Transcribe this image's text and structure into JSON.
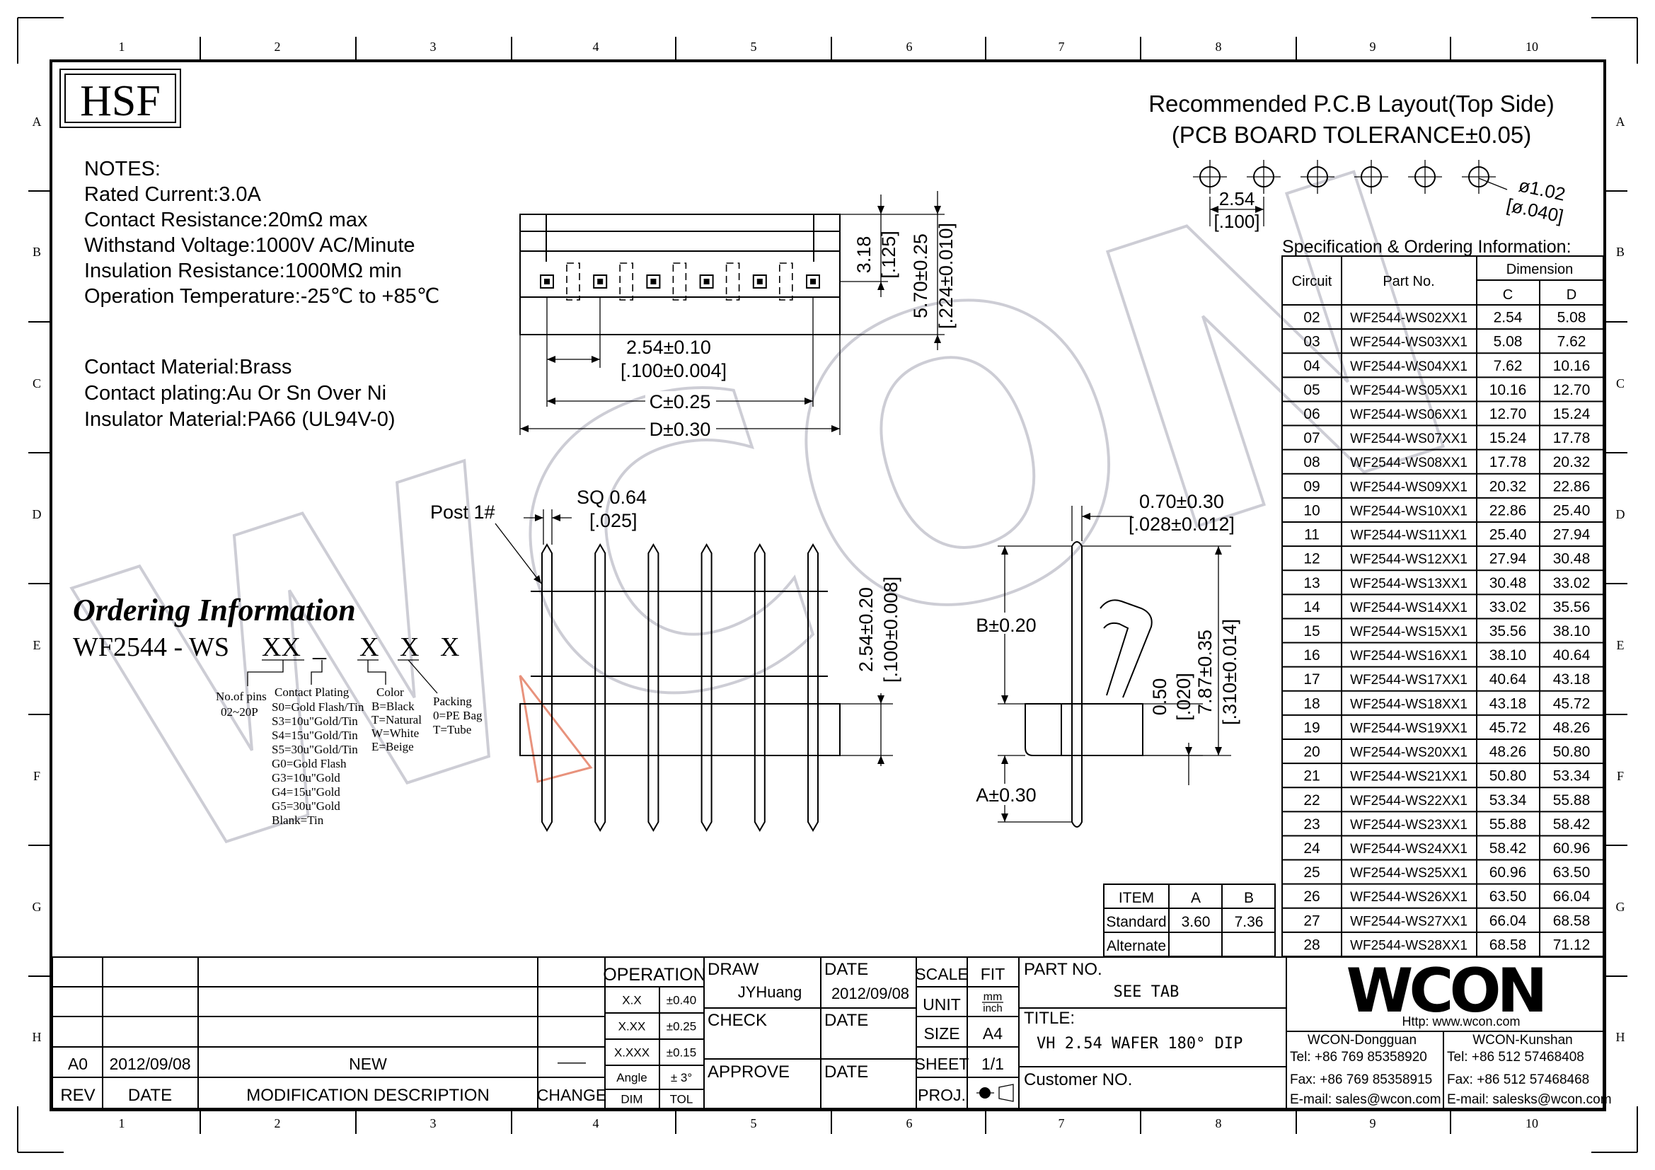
{
  "frame": {
    "col_labels": [
      "1",
      "2",
      "3",
      "4",
      "5",
      "6",
      "7",
      "8",
      "9",
      "10"
    ],
    "row_labels": [
      "A",
      "B",
      "C",
      "D",
      "E",
      "F",
      "G",
      "H"
    ]
  },
  "logo_hsf": "HSF",
  "notes": [
    "NOTES:",
    "Rated Current:3.0A",
    "Contact Resistance:20mΩ  max",
    "Withstand Voltage:1000V AC/Minute",
    "Insulation Resistance:1000MΩ min",
    "Operation Temperature:-25℃ to +85℃"
  ],
  "materials": [
    "Contact Material:Brass",
    "Contact plating:Au Or Sn Over Ni",
    "Insulator Material:PA66 (UL94V-0)"
  ],
  "pcb_layout": {
    "title_line1": "Recommended P.C.B Layout(Top Side)",
    "title_line2": "(PCB BOARD TOLERANCE±0.05)",
    "pitch": "2.54",
    "pitch_in": "[.100]",
    "hole": "ø1.02",
    "hole_in": "[ø.040]"
  },
  "top_view": {
    "dim_pitch": "2.54±0.10",
    "dim_pitch_in": "[.100±0.004]",
    "dim_c": "C±0.25",
    "dim_d": "D±0.30",
    "dim_318": "3.18",
    "dim_318_in": "[.125]",
    "dim_570": "5.70±0.25",
    "dim_570_in": "[.224±0.010]"
  },
  "front_view": {
    "post1": "Post 1#",
    "sq": "SQ 0.64",
    "sq_in": "[.025]",
    "dim_254": "2.54±0.20",
    "dim_254_in": "[.100±0.008]"
  },
  "side_view": {
    "dim_070": "0.70±0.30",
    "dim_070_in": "[.028±0.012]",
    "dim_b": "B±0.20",
    "dim_a": "A±0.30",
    "dim_050": "0.50",
    "dim_050_in": "[.020]",
    "dim_787": "7.87±0.35",
    "dim_787_in": "[.310±0.014]"
  },
  "ordering": {
    "title": "Ordering Information",
    "code_base": "WF2544 - WS",
    "code_xx": "XX",
    "code_x1": "X",
    "code_x2": "X",
    "code_x3": "X",
    "pins_label": "No.of pins",
    "pins_range": "02~20P",
    "plating_title": "Contact Plating",
    "plating_options": [
      "S0=Gold Flash/Tin",
      "S3=10u\"Gold/Tin",
      "S4=15u\"Gold/Tin",
      "S5=30u\"Gold/Tin",
      "G0=Gold Flash",
      "G3=10u\"Gold",
      "G4=15u\"Gold",
      "G5=30u\"Gold",
      "Blank=Tin"
    ],
    "color_title": "Color",
    "color_options": [
      "B=Black",
      "T=Natural",
      "W=White",
      "E=Beige"
    ],
    "packing_title": "Packing",
    "packing_options": [
      "0=PE Bag",
      "T=Tube"
    ]
  },
  "spec_table": {
    "title": "Specification & Ordering Information:",
    "headers": {
      "circuit": "Circuit",
      "part": "Part No.",
      "dimension": "Dimension",
      "c": "C",
      "d": "D"
    },
    "rows": [
      [
        "02",
        "WF2544-WS02XX1",
        "2.54",
        "5.08"
      ],
      [
        "03",
        "WF2544-WS03XX1",
        "5.08",
        "7.62"
      ],
      [
        "04",
        "WF2544-WS04XX1",
        "7.62",
        "10.16"
      ],
      [
        "05",
        "WF2544-WS05XX1",
        "10.16",
        "12.70"
      ],
      [
        "06",
        "WF2544-WS06XX1",
        "12.70",
        "15.24"
      ],
      [
        "07",
        "WF2544-WS07XX1",
        "15.24",
        "17.78"
      ],
      [
        "08",
        "WF2544-WS08XX1",
        "17.78",
        "20.32"
      ],
      [
        "09",
        "WF2544-WS09XX1",
        "20.32",
        "22.86"
      ],
      [
        "10",
        "WF2544-WS10XX1",
        "22.86",
        "25.40"
      ],
      [
        "11",
        "WF2544-WS11XX1",
        "25.40",
        "27.94"
      ],
      [
        "12",
        "WF2544-WS12XX1",
        "27.94",
        "30.48"
      ],
      [
        "13",
        "WF2544-WS13XX1",
        "30.48",
        "33.02"
      ],
      [
        "14",
        "WF2544-WS14XX1",
        "33.02",
        "35.56"
      ],
      [
        "15",
        "WF2544-WS15XX1",
        "35.56",
        "38.10"
      ],
      [
        "16",
        "WF2544-WS16XX1",
        "38.10",
        "40.64"
      ],
      [
        "17",
        "WF2544-WS17XX1",
        "40.64",
        "43.18"
      ],
      [
        "18",
        "WF2544-WS18XX1",
        "43.18",
        "45.72"
      ],
      [
        "19",
        "WF2544-WS19XX1",
        "45.72",
        "48.26"
      ],
      [
        "20",
        "WF2544-WS20XX1",
        "48.26",
        "50.80"
      ],
      [
        "21",
        "WF2544-WS21XX1",
        "50.80",
        "53.34"
      ],
      [
        "22",
        "WF2544-WS22XX1",
        "53.34",
        "55.88"
      ],
      [
        "23",
        "WF2544-WS23XX1",
        "55.88",
        "58.42"
      ],
      [
        "24",
        "WF2544-WS24XX1",
        "58.42",
        "60.96"
      ],
      [
        "25",
        "WF2544-WS25XX1",
        "60.96",
        "63.50"
      ],
      [
        "26",
        "WF2544-WS26XX1",
        "63.50",
        "66.04"
      ],
      [
        "27",
        "WF2544-WS27XX1",
        "66.04",
        "68.58"
      ],
      [
        "28",
        "WF2544-WS28XX1",
        "68.58",
        "71.12"
      ]
    ]
  },
  "item_table": {
    "headers": [
      "ITEM",
      "A",
      "B"
    ],
    "rows": [
      [
        "Standard",
        "3.60",
        "7.36"
      ],
      [
        "Alternate",
        "",
        ""
      ]
    ]
  },
  "title_block": {
    "rev_row": {
      "rev": "A0",
      "date": "2012/09/08",
      "desc": "NEW",
      "change": "——"
    },
    "rev_headers": {
      "rev": "REV",
      "date": "DATE",
      "desc": "MODIFICATION DESCRIPTION",
      "change": "CHANGE"
    },
    "operation": "OPERATION",
    "tolerances": [
      [
        "X.X",
        "±0.40"
      ],
      [
        "X.XX",
        "±0.25"
      ],
      [
        "X.XXX",
        "±0.15"
      ],
      [
        "Angle",
        "± 3°"
      ],
      [
        "DIM",
        "TOL"
      ]
    ],
    "draw_label": "DRAW",
    "draw_name": "JYHuang",
    "date_label": "DATE",
    "date_value": "2012/09/08",
    "check_label": "CHECK",
    "check_date_label": "DATE",
    "approve_label": "APPROVE",
    "approve_date_label": "DATE",
    "scale_label": "SCALE",
    "scale_value": "FIT",
    "unit_label": "UNIT",
    "unit_value_top": "mm",
    "unit_value_bottom": "inch",
    "size_label": "SIZE",
    "size_value": "A4",
    "sheet_label": "SHEET",
    "sheet_value": "1/1",
    "proj_label": "PROJ.",
    "part_no_label": "PART NO.",
    "part_no_value": "SEE TAB",
    "title_label": "TITLE:",
    "title_value": "VH 2.54 WAFER 180° DIP",
    "customer_label": "Customer NO.",
    "company_logo": "WCON",
    "http": "Http: www.wcon.com",
    "dongguan": {
      "name": "WCON-Dongguan",
      "tel": "Tel: +86 769 85358920",
      "fax": "Fax: +86 769 85358915",
      "email": "E-mail: sales@wcon.com"
    },
    "kunshan": {
      "name": "WCON-Kunshan",
      "tel": "Tel: +86 512 57468408",
      "fax": "Fax: +86 512 57468468",
      "email": "E-mail: salesks@wcon.com"
    }
  },
  "watermark": "WCON"
}
